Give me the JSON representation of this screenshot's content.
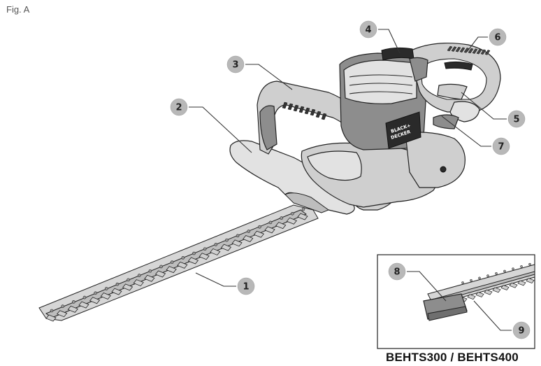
{
  "figure_label": "Fig. A",
  "model_label": "BEHTS300 / BEHTS400",
  "brand_logo_text": "BLACK+DECKER",
  "callouts": [
    "1",
    "2",
    "3",
    "4",
    "5",
    "6",
    "7",
    "8",
    "9"
  ]
}
